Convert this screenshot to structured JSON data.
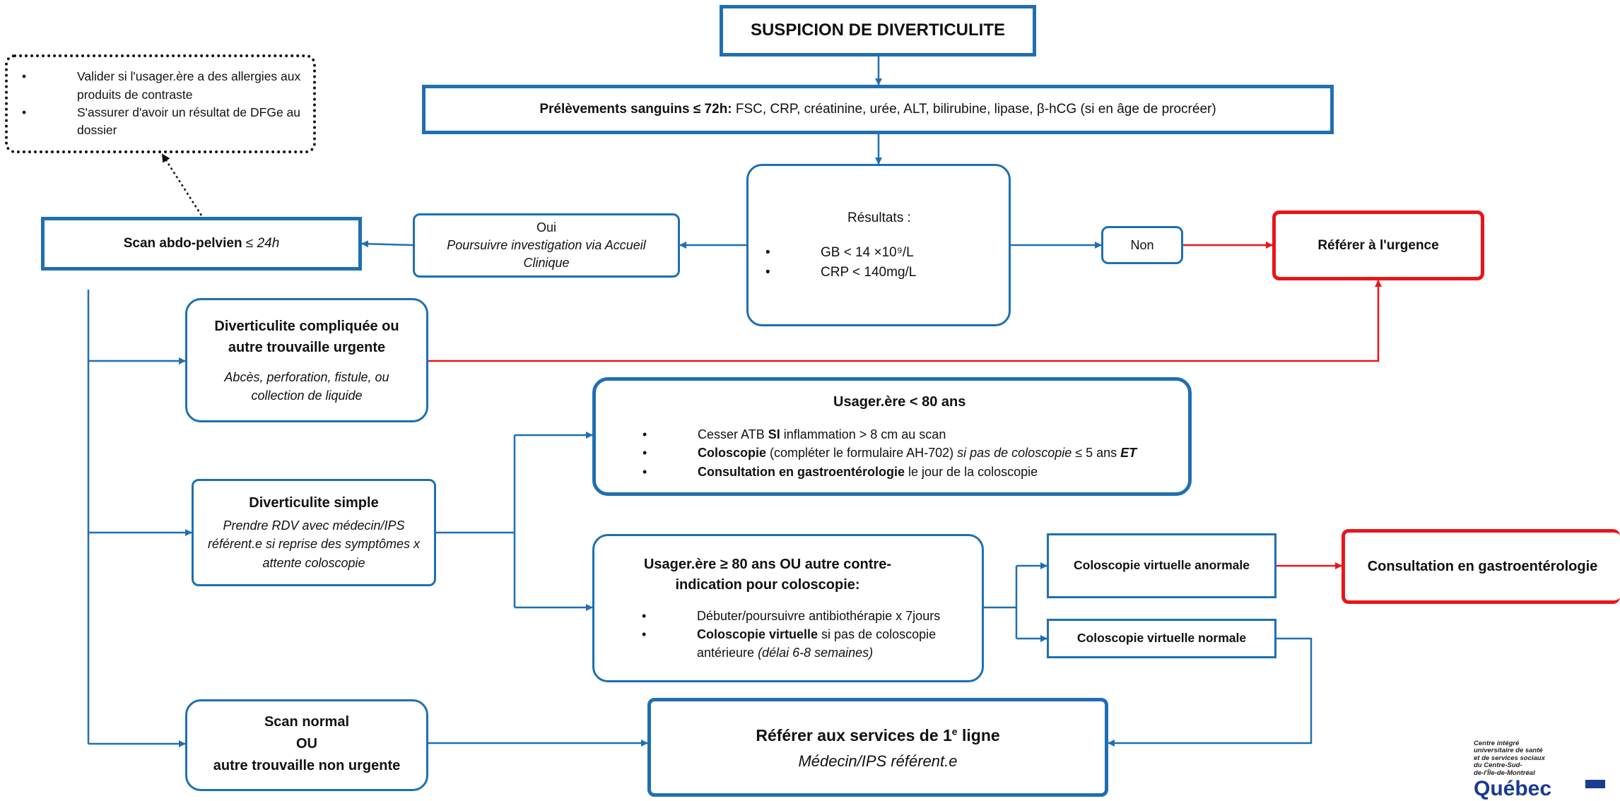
{
  "title": "SUSPICION DE DIVERTICULITE",
  "blood": {
    "bold": "Prélèvements sanguins ≤  72h:",
    "rest": " FSC, CRP, créatinine, urée, ALT, bilirubine, lipase, β-hCG (si en âge de procréer)"
  },
  "note": {
    "items": [
      "Valider si l'usager.ère a des allergies aux produits de contraste",
      "S'assurer d'avoir un résultat de DFGe au dossier"
    ]
  },
  "results": {
    "title": "Résultats :",
    "gb": "GB  <  14 ×10⁹/L",
    "crp": "CRP  <  140mg/L"
  },
  "oui": {
    "label": "Oui",
    "text": "Poursuivre investigation via Accueil Clinique"
  },
  "non": {
    "label": "Non"
  },
  "scan": {
    "bold": "Scan abdo-pelvien ",
    "ital": "≤ 24h"
  },
  "urgence": {
    "label": "Référer à l'urgence"
  },
  "compliquee": {
    "title": "Diverticulite compliquée ou autre trouvaille urgente",
    "text": "Abcès, perforation, fistule, ou collection de liquide"
  },
  "simple": {
    "title": "Diverticulite simple",
    "text": "Prendre RDV avec médecin/IPS référent.e si reprise des symptômes x attente coloscopie"
  },
  "under80": {
    "title": "Usager.ère < 80 ans",
    "b1_pre": "Cesser ATB ",
    "b1_bold": "SI",
    "b1_post": " inflammation  >  8 cm au scan",
    "b2_bold": "Coloscopie",
    "b2_mid": " (compléter le formulaire AH-702) ",
    "b2_ital": "si pas de coloscopie",
    "b2_tail": "  ≤  5 ans ",
    "b2_et": "ET",
    "b3_bold": "Consultation en gastroentérologie",
    "b3_post": " le jour de la coloscopie"
  },
  "over80": {
    "title": "Usager.ère ≥ 80 ans OU autre contre-indication pour coloscopie:",
    "b1": "Débuter/poursuivre antibiothérapie x 7jours",
    "b2_bold": "Coloscopie virtuelle",
    "b2_post": " si pas de coloscopie antérieure ",
    "b2_ital": "(délai 6-8 semaines)"
  },
  "cv_anormale": {
    "label": "Coloscopie virtuelle anormale"
  },
  "cv_normale": {
    "label": "Coloscopie virtuelle normale"
  },
  "consult_gastro": {
    "label": "Consultation en gastroentérologie"
  },
  "scan_normal": {
    "l1": "Scan normal",
    "l2": "OU",
    "l3": "autre trouvaille non urgente"
  },
  "premiere_ligne": {
    "title_pre": "Référer aux services de 1",
    "title_sup": "e",
    "title_post": " ligne",
    "sub": "Médecin/IPS référent.e"
  },
  "logo": {
    "lines": [
      "Centre intégré",
      "universitaire de santé",
      "et de services sociaux",
      "du Centre-Sud-",
      "de-l'Île-de-Montréal"
    ],
    "quebec": "Québec"
  },
  "colors": {
    "blue": "#1f6fb2",
    "red": "#e8151b"
  }
}
